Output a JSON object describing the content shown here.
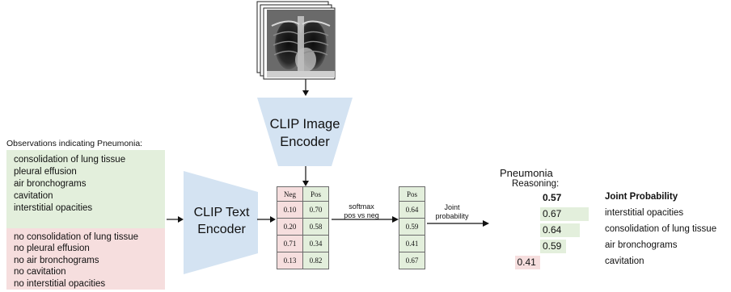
{
  "colors": {
    "positive_bg": "#e3efdc",
    "negative_bg": "#f6dede",
    "encoder_fill": "#d4e3f2",
    "arrow": "#111111"
  },
  "image_encoder": {
    "label_line1": "CLIP Image",
    "label_line2": "Encoder"
  },
  "text_encoder": {
    "label_line1": "CLIP Text",
    "label_line2": "Encoder"
  },
  "observations": {
    "title": "Observations indicating Pneumonia:",
    "positive": [
      "consolidation of lung tissue",
      "pleural effusion",
      "air bronchograms",
      "cavitation",
      "interstitial opacities"
    ],
    "negative": [
      "no consolidation of lung tissue",
      "no pleural effusion",
      "no air bronchograms",
      "no cavitation",
      "no interstitial opacities"
    ]
  },
  "similarity_table": {
    "headers": [
      "Neg",
      "Pos"
    ],
    "rows": [
      [
        "0.10",
        "0.70"
      ],
      [
        "0.20",
        "0.58"
      ],
      [
        "0.71",
        "0.34"
      ],
      [
        "0.13",
        "0.82"
      ]
    ]
  },
  "softmax_label": {
    "line1": "softmax",
    "line2": "pos vs neg"
  },
  "prob_table": {
    "header": "Pos",
    "rows": [
      "0.64",
      "0.59",
      "0.41",
      "0.67"
    ]
  },
  "joint_label": {
    "line1": "Joint",
    "line2": "probability"
  },
  "result": {
    "title": "Pneumonia",
    "reasoning_label": "Reasoning:",
    "items": [
      {
        "value": 0.57,
        "value_text": "0.57",
        "label": "Joint Probability",
        "bold": true
      },
      {
        "value": 0.67,
        "value_text": "0.67",
        "label": "interstitial opacities"
      },
      {
        "value": 0.64,
        "value_text": "0.64",
        "label": "consolidation of lung tissue"
      },
      {
        "value": 0.59,
        "value_text": "0.59",
        "label": "air bronchograms"
      },
      {
        "value": 0.41,
        "value_text": "0.41",
        "label": "cavitation"
      }
    ]
  }
}
